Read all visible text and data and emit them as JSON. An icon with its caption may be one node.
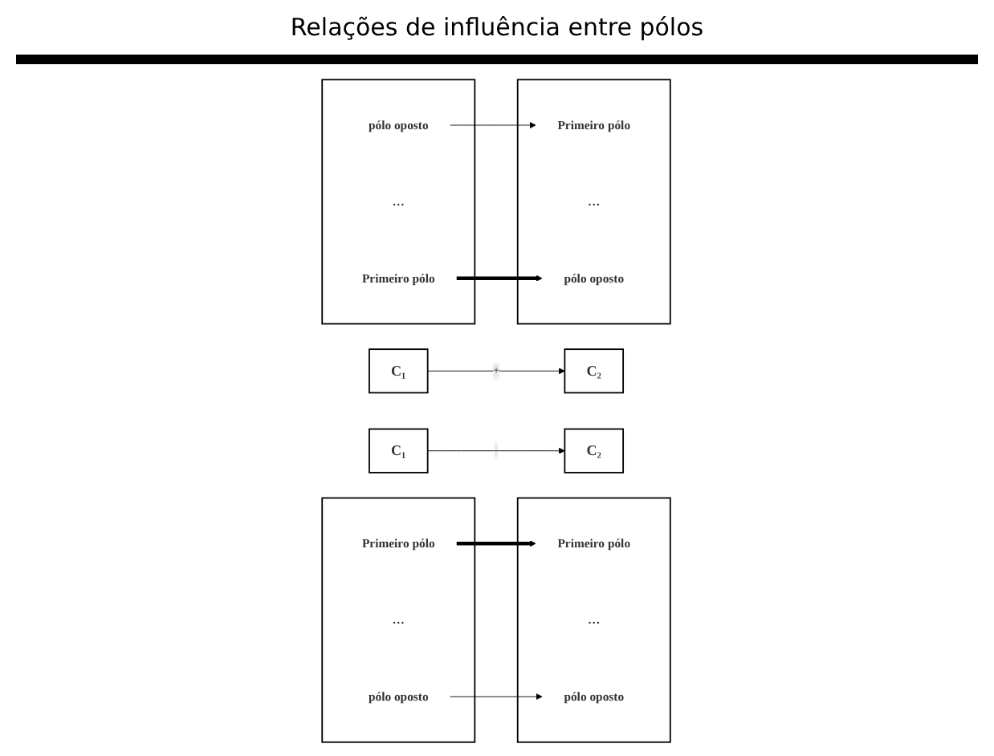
{
  "diagram": {
    "title": "Relações de influência entre pólos",
    "nodes": [
      {
        "text": [
          "C₁"
        ]
      },
      {
        "text": [
          "C₂"
        ]
      },
      {
        "text": [],
        "shape": "box"
      },
      {
        "text": [
          "Primeiro pólo"
        ],
        "in": 2
      },
      {
        "text": [
          "…"
        ],
        "in": 2
      },
      {
        "text": [
          "pólo oposto"
        ],
        "in": 2
      },
      {
        "text": [],
        "shape": "box"
      },
      {
        "text": [
          "Primeiro pólo"
        ],
        "in": 6
      },
      {
        "text": [
          "…"
        ],
        "in": 6
      },
      {
        "text": [
          "pólo oposto"
        ],
        "in": 6
      },
      {
        "text": [
          "C₁"
        ]
      },
      {
        "text": [
          "C₂"
        ]
      },
      {
        "text": [],
        "shape": "box"
      },
      {
        "text": [
          "Primeiro pólo"
        ],
        "in": 12
      },
      {
        "text": [
          "…"
        ],
        "in": 12
      },
      {
        "text": [
          "pólo oposto"
        ],
        "in": 12
      },
      {
        "text": [],
        "shape": "box"
      },
      {
        "text": [
          "Primeiro pólo"
        ],
        "in": 16
      },
      {
        "text": [
          "…"
        ],
        "in": 16
      },
      {
        "text": [
          "pólo oposto"
        ],
        "in": 16
      }
    ],
    "edges": [
      {
        "from": 0,
        "to": 1,
        "arrow": "to",
        "label": "+"
      },
      {
        "from": 3,
        "to": 7,
        "arrow": "to",
        "style": "thick"
      },
      {
        "from": 5,
        "to": 9,
        "arrow": "to"
      },
      {
        "from": 10,
        "to": 11,
        "arrow": "to",
        "label": "-"
      },
      {
        "from": 13,
        "to": 19,
        "arrow": "to",
        "style": "thick"
      },
      {
        "from": 15,
        "to": 17,
        "arrow": "to"
      }
    ]
  }
}
